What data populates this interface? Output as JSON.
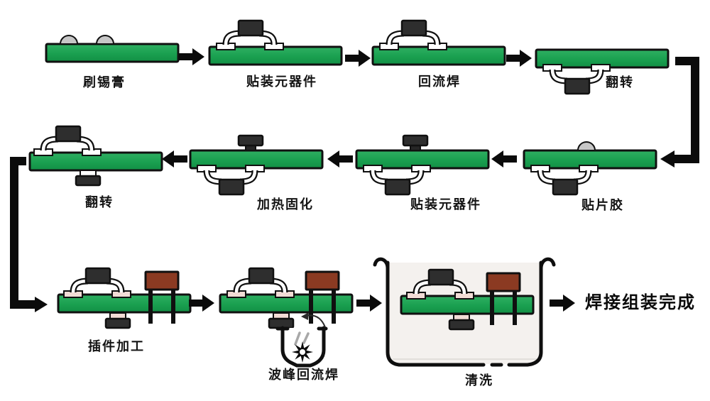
{
  "flow": {
    "steps": [
      {
        "id": "solder-paste",
        "label": "刷锡膏"
      },
      {
        "id": "place-components-1",
        "label": "贴装元器件"
      },
      {
        "id": "reflow-solder",
        "label": "回流焊"
      },
      {
        "id": "flip-1",
        "label": "翻转"
      },
      {
        "id": "smt-adhesive",
        "label": "贴片胶"
      },
      {
        "id": "place-components-2",
        "label": "贴装元器件"
      },
      {
        "id": "heat-cure",
        "label": "加热固化"
      },
      {
        "id": "flip-2",
        "label": "翻转"
      },
      {
        "id": "tht-insertion",
        "label": "插件加工"
      },
      {
        "id": "wave-reflow-solder",
        "label": "波峰回流焊"
      },
      {
        "id": "cleaning",
        "label": "清洗"
      }
    ],
    "result_label": "焊接组装完成"
  },
  "colors": {
    "board-green-light": "#2FAF62",
    "board-green": "#1AA050",
    "board-green-dark": "#128F45",
    "component-black": "#2E2E2E",
    "component-brown": "#8B3A22",
    "paste-gray": "#C7C7C7",
    "pad-white": "#FFFFFF",
    "pad-pink": "#F2DCD6",
    "arrow-black": "#0B0B0B",
    "tank-fill": "#F4F1EE"
  }
}
